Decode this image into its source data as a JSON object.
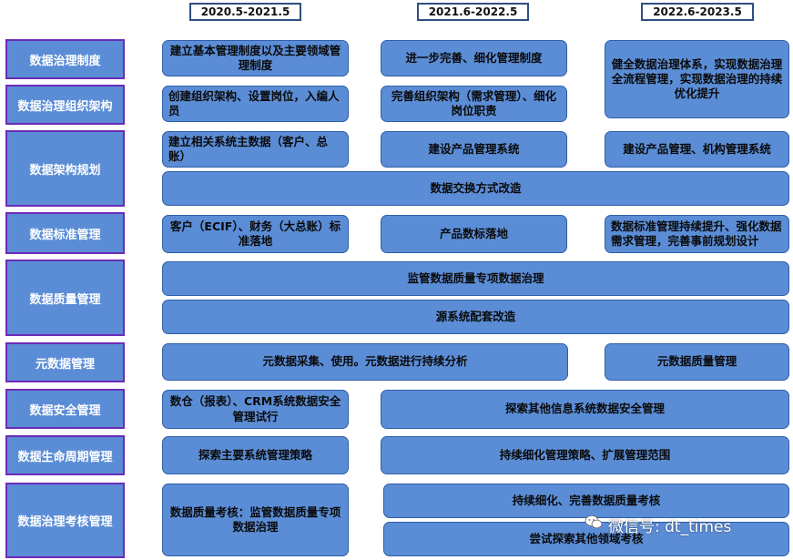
{
  "phases": [
    "2020.5-2021.5",
    "2021.6-2022.5",
    "2022.6-2023.5"
  ],
  "rows": [
    {
      "label": "数据治理制度",
      "items": [
        "建立基本管理制度以及主要领域管理制度",
        "进一步完善、细化管理制度",
        "健全数据治理体系，实现数据治理全流程管理，实现数据治理的持续优化提升"
      ]
    },
    {
      "label": "数据治理组织架构",
      "items": [
        "创建组织架构、设置岗位，入编人员",
        "完善组织架构（需求管理）、细化岗位职责"
      ]
    },
    {
      "label": "数据架构规划",
      "items": [
        "建立相关系统主数据（客户、总账）",
        "建设产品管理系统",
        "建设产品管理、机构管理系统",
        "数据交换方式改造"
      ]
    },
    {
      "label": "数据标准管理",
      "items": [
        "客户（ECIF）、财务（大总账）标准落地",
        "产品数标落地",
        "数据标准管理持续提升、强化数据需求管理，完善事前规划设计"
      ]
    },
    {
      "label": "数据质量管理",
      "items": [
        "监管数据质量专项数据治理",
        "源系统配套改造"
      ]
    },
    {
      "label": "元数据管理",
      "items": [
        "元数据采集、使用。元数据进行持续分析",
        "元数据质量管理"
      ]
    },
    {
      "label": "数据安全管理",
      "items": [
        "数仓（报表）、CRM系统数据安全管理试行",
        "探索其他信息系统数据安全管理"
      ]
    },
    {
      "label": "数据生命周期管理",
      "items": [
        "探索主要系统管理策略",
        "持续细化管理策略、扩展管理范围"
      ]
    },
    {
      "label": "数据治理考核管理",
      "items": [
        "数据质量考核：监管数据质量专项数据治理",
        "持续细化、完善数据质量考核",
        "尝试探索其他领域考核"
      ]
    }
  ],
  "watermark": {
    "icon": "wechat-icon",
    "text": "微信号: dt_times"
  }
}
